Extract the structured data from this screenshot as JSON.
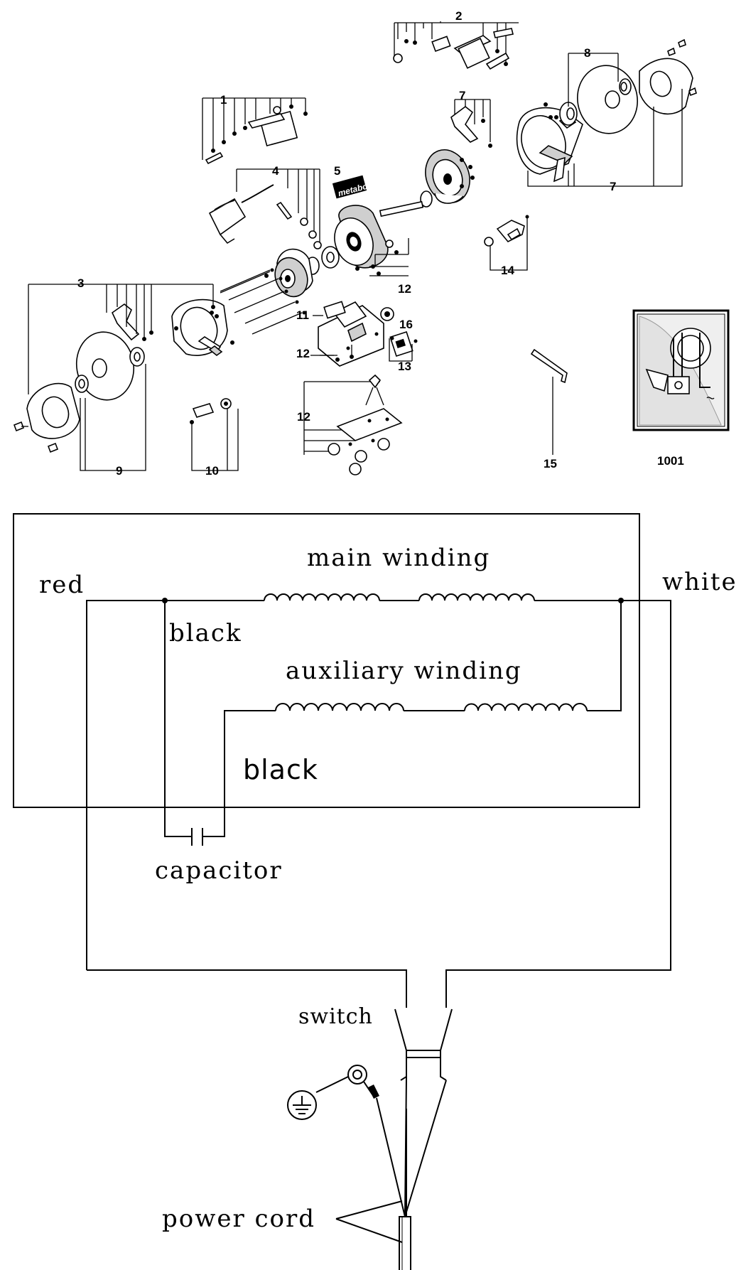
{
  "parts": {
    "labels": {
      "p1": "1",
      "p2": "2",
      "p3": "3",
      "p4": "4",
      "p5": "5",
      "p7a": "7",
      "p7b": "7",
      "p8": "8",
      "p9": "9",
      "p10": "10",
      "p11": "11",
      "p12a": "12",
      "p12b": "12",
      "p12c": "12",
      "p13": "13",
      "p14": "14",
      "p15": "15",
      "p16": "16",
      "p1001": "1001"
    },
    "logo_text": "metabo"
  },
  "wiring": {
    "main_winding": "main winding",
    "auxiliary_winding": "auxiliary winding",
    "red": "red",
    "white": "white",
    "black_1": "black",
    "black_2": "black",
    "capacitor": "capacitor",
    "switch": "switch",
    "power_cord": "power cord"
  },
  "icons": {
    "ground": "ground-symbol-icon",
    "plug": "power-plug-icon",
    "hex_key": "hex-key-icon"
  }
}
